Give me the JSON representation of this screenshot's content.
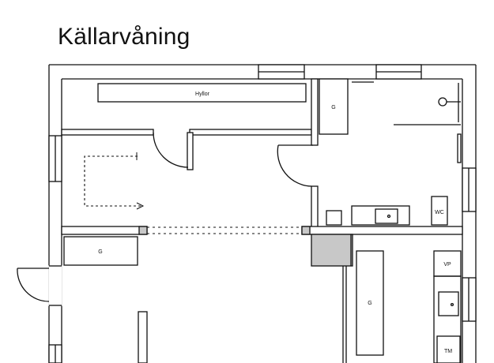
{
  "title": "Källarvåning",
  "labels": {
    "shelves": "Hyllor",
    "g_top": "G",
    "g_left": "G",
    "g_right": "G",
    "wc": "WC",
    "vp": "VP",
    "tm": "TM"
  },
  "colors": {
    "line": "#111111",
    "fill_grey": "#c8c8c8",
    "wall_fill": "#ffffff"
  }
}
